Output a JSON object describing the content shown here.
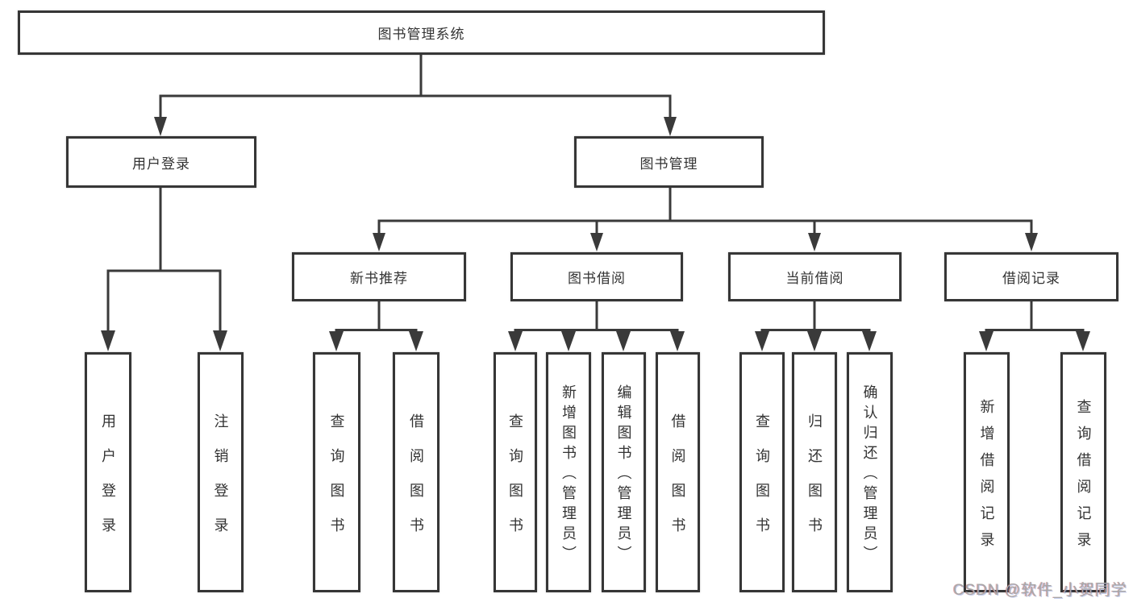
{
  "tree": {
    "root": {
      "label": "图书管理系统",
      "children": [
        {
          "label": "用户登录",
          "children": [
            {
              "label": "用户登录"
            },
            {
              "label": "注销登录"
            }
          ]
        },
        {
          "label": "图书管理",
          "children": [
            {
              "label": "新书推荐",
              "children": [
                {
                  "label": "查询图书"
                },
                {
                  "label": "借阅图书"
                }
              ]
            },
            {
              "label": "图书借阅",
              "children": [
                {
                  "label": "查询图书"
                },
                {
                  "label": "新增图书（管理员）"
                },
                {
                  "label": "编辑图书（管理员）"
                },
                {
                  "label": "借阅图书"
                }
              ]
            },
            {
              "label": "当前借阅",
              "children": [
                {
                  "label": "查询图书"
                },
                {
                  "label": "归还图书"
                },
                {
                  "label": "确认归还（管理员）"
                }
              ]
            },
            {
              "label": "借阅记录",
              "children": [
                {
                  "label": "新增借阅记录"
                },
                {
                  "label": "查询借阅记录"
                }
              ]
            }
          ]
        }
      ]
    }
  },
  "watermark": {
    "text": "CSDN @软件_小贺同学"
  },
  "colors": {
    "line": "#3a3a3a",
    "border": "#363636",
    "text": "#333333",
    "background": "#ffffff",
    "watermark": "#a8a8a8"
  }
}
